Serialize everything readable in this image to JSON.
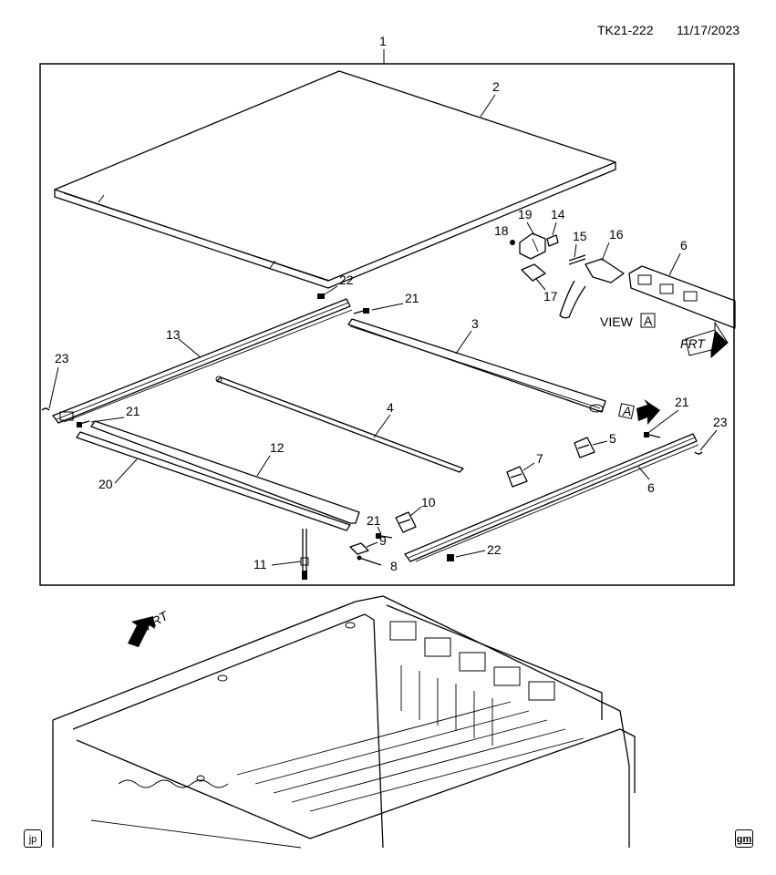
{
  "header": {
    "code": "TK21-222",
    "date": "11/17/2023"
  },
  "view_label": "VIEW",
  "view_letter": "A",
  "frt_label": "FRT",
  "badges": {
    "left": "jp",
    "right": "gm"
  },
  "callouts": {
    "c1": "1",
    "c2": "2",
    "c3": "3",
    "c4": "4",
    "c5": "5",
    "c6a": "6",
    "c6b": "6",
    "c7": "7",
    "c8": "8",
    "c9": "9",
    "c10": "10",
    "c11": "11",
    "c12": "12",
    "c13": "13",
    "c14": "14",
    "c15": "15",
    "c16": "16",
    "c17": "17",
    "c18": "18",
    "c19": "19",
    "c20": "20",
    "c21a": "21",
    "c21b": "21",
    "c21c": "21",
    "c21d": "21",
    "c22a": "22",
    "c22b": "22",
    "c23a": "23",
    "c23b": "23"
  },
  "colors": {
    "line": "#000000",
    "background": "#ffffff",
    "arrow": "#000000"
  }
}
